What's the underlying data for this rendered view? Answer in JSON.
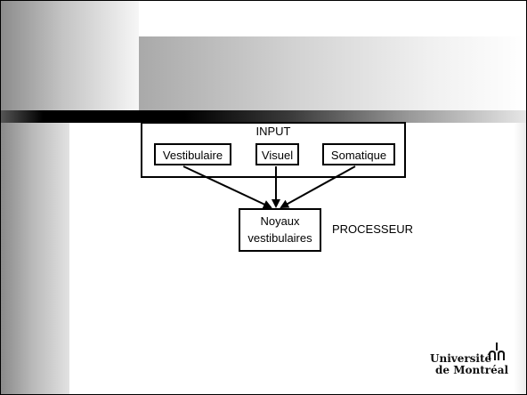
{
  "diagram": {
    "input_label": "INPUT",
    "inputs": [
      "Vestibulaire",
      "Visuel",
      "Somatique"
    ],
    "processor_box": [
      "Noyaux",
      "vestibulaires"
    ],
    "processor_label": "PROCESSEUR"
  },
  "logo": {
    "line1": "Université",
    "line2": "de Montréal"
  },
  "colors": {
    "accent_black": "#000000",
    "banner_gray": "#bdbdbd",
    "background": "#ffffff"
  }
}
